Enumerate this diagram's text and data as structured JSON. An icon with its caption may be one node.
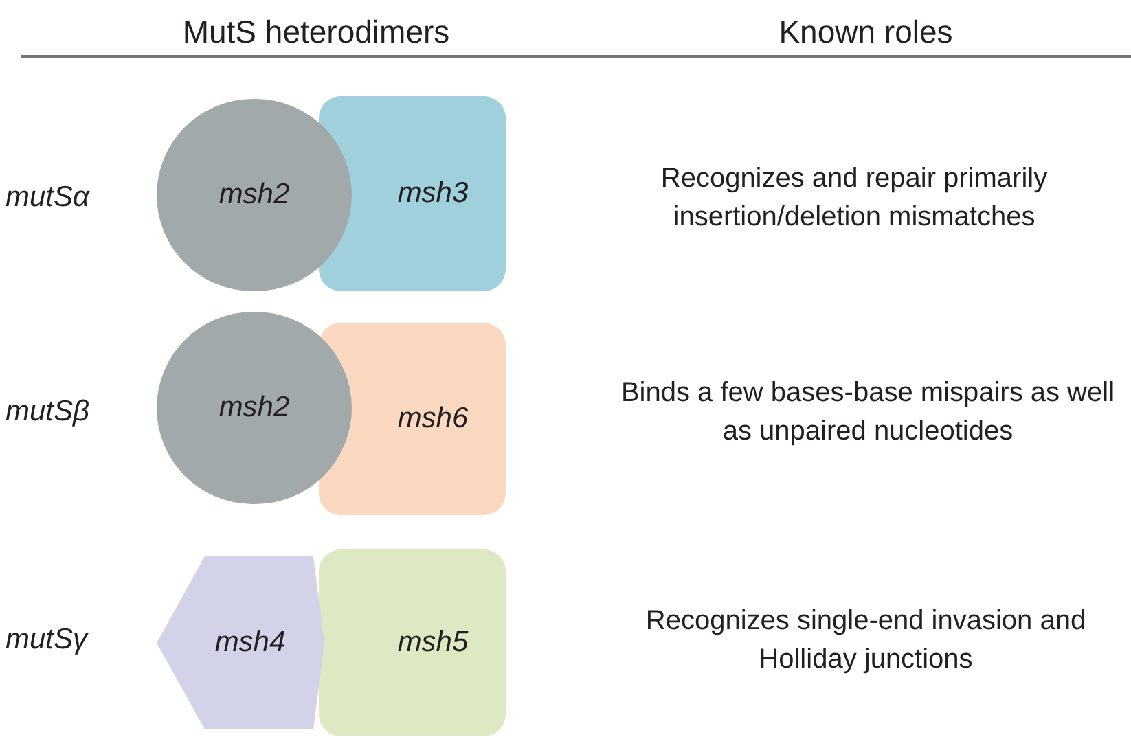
{
  "diagram": {
    "nodes": [
      {
        "text": [
          "msh3"
        ]
      },
      {
        "text": [
          "msh2"
        ]
      },
      {
        "text": [
          "msh6"
        ]
      },
      {
        "text": [
          "msh2"
        ]
      },
      {
        "text": [
          "msh5"
        ]
      },
      {
        "text": [
          "msh4"
        ]
      }
    ],
    "labels": [
      "MutS heterodimers",
      "Known roles",
      "mutSα",
      "Recognizes and repair primarily insertion/deletion mismatches",
      "mutSβ",
      "Binds a few bases-base mispairs as well as unpaired nucleotides",
      "mutSγ",
      "Recognizes single-end invasion and Holliday junctions"
    ]
  }
}
